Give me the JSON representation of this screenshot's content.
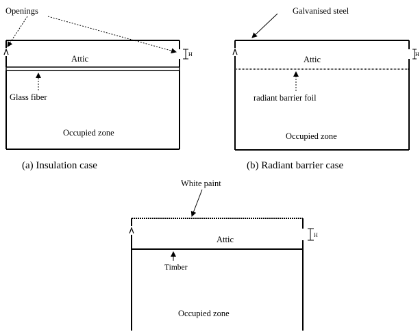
{
  "panel_a": {
    "openings_label": "Openings",
    "attic_label": "Attic",
    "insulation_label": "Glass fiber",
    "zone_label": "Occupied zone",
    "caption": "(a) Insulation case",
    "height_label": "H"
  },
  "panel_b": {
    "roof_label": "Galvanised steel",
    "attic_label": "Attic",
    "barrier_label": "radiant barrier foil",
    "zone_label": "Occupied zone",
    "caption": "(b) Radiant barrier case",
    "height_label": "H"
  },
  "panel_c": {
    "roof_label": "White paint",
    "attic_label": "Attic",
    "ceiling_label": "Timber",
    "zone_label": "Occupied zone",
    "height_label": "H"
  }
}
